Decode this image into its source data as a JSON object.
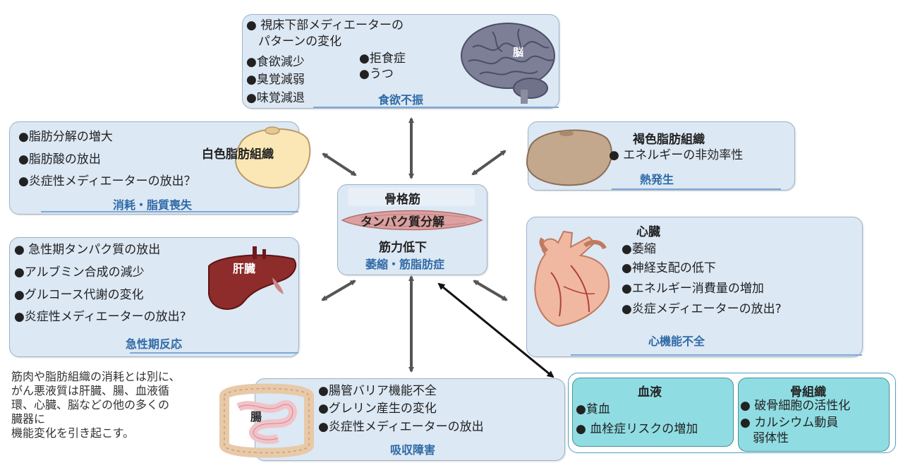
{
  "brain": {
    "items": [
      "● 視床下部メディエーターの",
      "パターンの変化",
      "●食欲減少",
      "●臭覚減弱",
      "●味覚減退",
      "●拒食症",
      "●うつ"
    ],
    "label": "脳",
    "footer": "食欲不振"
  },
  "white_fat": {
    "items": [
      "●脂肪分解の増大",
      "●脂肪酸の放出",
      "●炎症性メディエーターの放出？"
    ],
    "title": "白色脂肪組織",
    "footer": "消耗・脂質喪失"
  },
  "brown_fat": {
    "title": "褐色脂肪組織",
    "items": [
      "● エネルギーの非効率性"
    ],
    "footer": "熱発生"
  },
  "muscle": {
    "title": "骨格筋",
    "middle": "タンパク質分解",
    "bottom": "筋力低下",
    "footer": "萎縮・筋脂肪症"
  },
  "liver": {
    "items": [
      "● 急性期タンパク質の放出",
      "●アルブミン合成の減少",
      "●グルコース代謝の変化",
      "●炎症性メディエーターの放出?"
    ],
    "label": "肝臓",
    "footer": "急性期反応"
  },
  "heart": {
    "title": "心臓",
    "items": [
      "●萎縮",
      "●神経支配の低下",
      "●エネルギー消費量の増加",
      "●炎症メディエーターの放出?"
    ],
    "footer": "心機能不全"
  },
  "intestine": {
    "items": [
      "●腸管バリア機能不全",
      "●グレリン産生の変化",
      "●炎症性メディエーターの放出"
    ],
    "label": "腸",
    "footer": "吸収障害"
  },
  "blood": {
    "title": "血液",
    "items": [
      "●貧血",
      "● 血栓症リスクの増加"
    ]
  },
  "bone": {
    "title": "骨組織",
    "items": [
      "● 破骨細胞の活性化",
      "● カルシウム動員",
      "弱体性"
    ]
  },
  "note": [
    "筋肉や脂肪組織の消耗とは別に、",
    "がん悪液質は肝臓、腸、血液循",
    "環、心臓、脳などの他の多くの",
    "臓器に",
    "機能変化を引き起こす。"
  ],
  "colors": {
    "panel_bg": "#dce8f4",
    "footer_text": "#2f6aa6",
    "blood_box": "#8fdde3",
    "arrow": "#444444"
  },
  "icons": [
    "brain-image",
    "fat-cell-image",
    "brown-fat-image",
    "muscle-image",
    "liver-image",
    "heart-image",
    "intestine-image"
  ]
}
